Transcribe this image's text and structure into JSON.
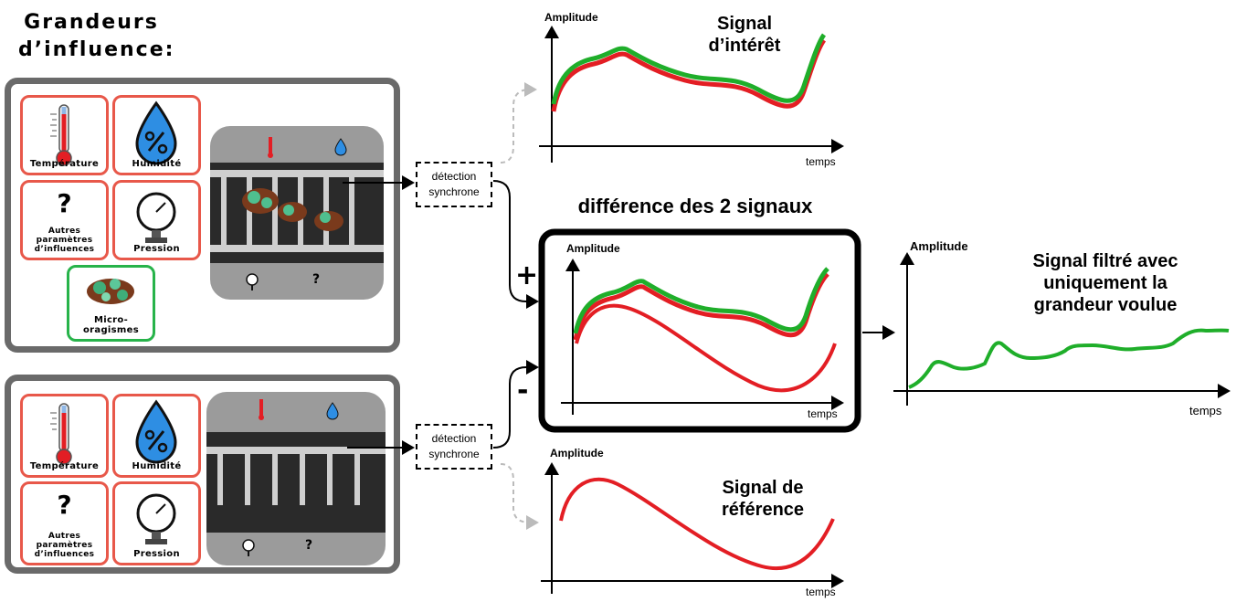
{
  "heading": "Grandeurs d’influence:",
  "influences_top": {
    "temperature": "Température",
    "humidity": "Humidité",
    "other": "Autres paramètres d’influences",
    "pressure": "Pression",
    "micro": "Micro-oragismes"
  },
  "influences_bottom": {
    "temperature": "Température",
    "humidity": "Humidité",
    "other": "Autres paramètres d’influences",
    "pressure": "Pression"
  },
  "question_mark": "?",
  "detection_label": "détection synchrone",
  "plus_sign": "+",
  "minus_sign": "-",
  "graph_interest": {
    "title": "Signal d’intérêt",
    "ylabel": "Amplitude",
    "xlabel": "temps"
  },
  "graph_difference": {
    "title": "différence des 2 signaux",
    "ylabel": "Amplitude",
    "xlabel": "temps"
  },
  "graph_reference": {
    "title": "Signal de référence",
    "ylabel": "Amplitude",
    "xlabel": "temps"
  },
  "graph_filtered": {
    "title": "Signal filtré avec uniquement la grandeur voulue",
    "ylabel": "Amplitude",
    "xlabel": "temps"
  },
  "colors": {
    "red": "#e31e24",
    "green": "#1fae2a",
    "tile_border": "#e8584a",
    "micro_border": "#27b34a",
    "panel": "#6a6a6a",
    "drop": "#2e8ee3"
  }
}
